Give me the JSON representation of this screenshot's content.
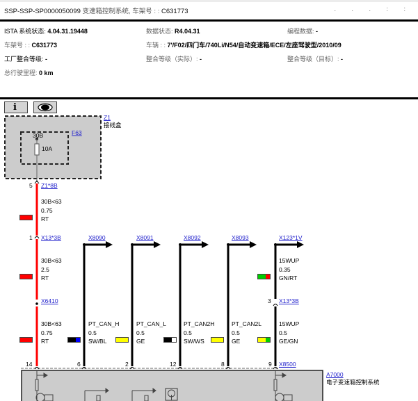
{
  "title_bar": {
    "doc_id": "SSP-SSP-SP0000050099",
    "system_name": "变速箱控制系统,",
    "vin_label": "车架号 : :",
    "vin_value": "C631773",
    "trailing_marks": ". .  . : :"
  },
  "info": {
    "ista_label": "ISTA 系统状态:",
    "ista_value": "4.04.31.19448",
    "data_status_label": "数据状态:",
    "data_status_value": "R4.04.31",
    "programming_label": "编程数据:",
    "programming_value": "-",
    "vin_label": "车架号 : :",
    "vin_value": "C631773",
    "vehicle_label": "车辆 : :",
    "vehicle_value": "7'/F02/四门车/740Li/N54/自动变速箱/ECE/左座驾驶型/2010/09",
    "factory_level_label": "工厂整合等级:",
    "factory_level_value": "-",
    "actual_level_label": "整合等级（实际）:",
    "actual_level_value": "-",
    "target_level_label": "整合等级（目标）:",
    "target_level_value": "-",
    "mileage_label": "总行驶里程:",
    "mileage_value": "0 km"
  },
  "toolbar": {
    "info_button": "i",
    "view_button": "eye"
  },
  "diagram": {
    "junction_box": {
      "id": "Z1",
      "name": "接线盒"
    },
    "fuse": {
      "id": "F63",
      "terminal": "30B",
      "rating": "10A"
    },
    "connectors": {
      "z1": {
        "pin": "5",
        "id": "Z1*8B"
      },
      "x13_top": {
        "pin": "1",
        "id": "X13*3B"
      },
      "x6410": {
        "id": "X6410"
      },
      "x13_right": {
        "pin": "3",
        "id": "X13*3B"
      },
      "x8500": {
        "id": "X8500"
      }
    },
    "outputs": [
      {
        "id": "X8090"
      },
      {
        "id": "X8091"
      },
      {
        "id": "X8092"
      },
      {
        "id": "X8093"
      },
      {
        "id": "X123*1V"
      }
    ],
    "wire_segments": {
      "seg1": {
        "signal": "30B<63",
        "size": "0.75",
        "color": "RT"
      },
      "seg2": {
        "signal": "30B<63",
        "size": "2.5",
        "color": "RT"
      },
      "seg3": {
        "signal": "30B<63",
        "size": "0.75",
        "color": "RT"
      },
      "wup_top": {
        "signal": "15WUP",
        "size": "0.35",
        "color": "GN/RT"
      }
    },
    "bottom_wires": [
      {
        "pin": "14",
        "signal": "30B<63",
        "size": "0.75",
        "color": "RT"
      },
      {
        "pin": "6",
        "signal": "PT_CAN_H",
        "size": "0.5",
        "color": "SW/BL"
      },
      {
        "pin": "2",
        "signal": "PT_CAN_L",
        "size": "0.5",
        "color": "GE"
      },
      {
        "pin": "12",
        "signal": "PT_CAN2H",
        "size": "0.5",
        "color": "SW/WS"
      },
      {
        "pin": "8",
        "signal": "PT_CAN2L",
        "size": "0.5",
        "color": "GE"
      },
      {
        "pin": "9",
        "signal": "15WUP",
        "size": "0.5",
        "color": "GE/GN"
      }
    ],
    "module": {
      "id": "A7000",
      "name": "电子变速箱控制系统"
    },
    "colors": {
      "RT": "#ff0000",
      "SW": "#000000",
      "BL": "#0000ff",
      "GE": "#ffff00",
      "WS": "#ffffff",
      "GN": "#00cc00",
      "box_fill": "#cccccc",
      "link": "#2222cc"
    }
  }
}
